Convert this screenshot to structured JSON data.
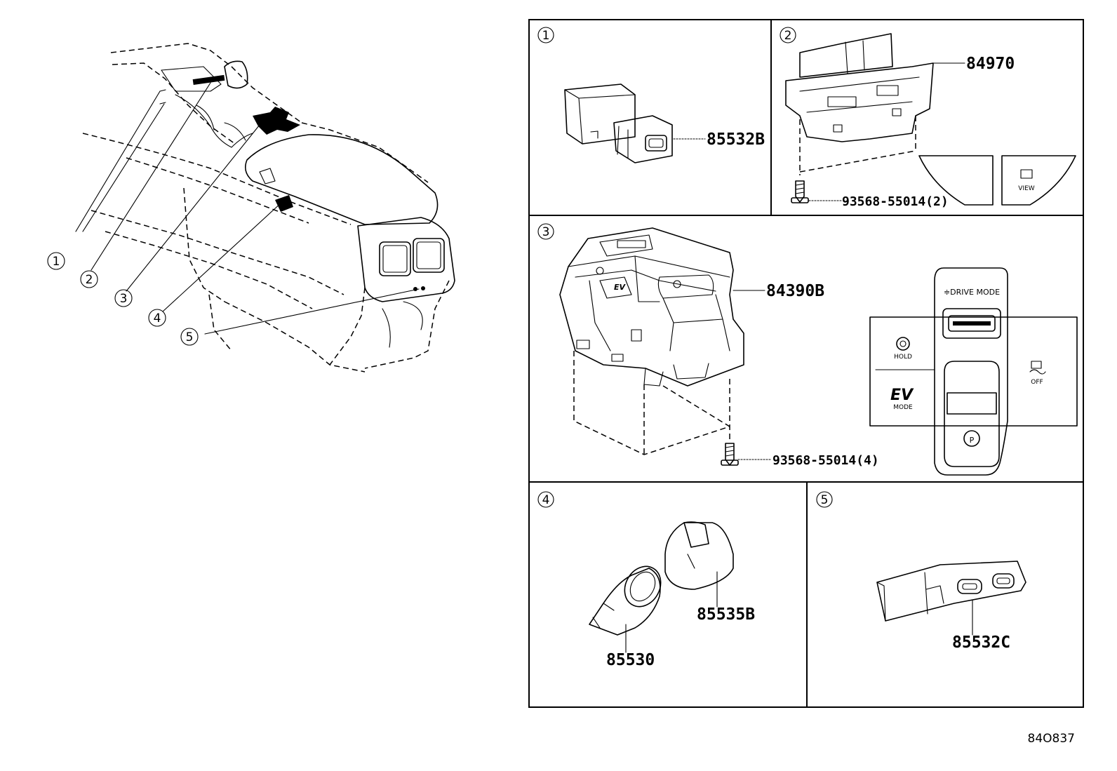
{
  "overview": {
    "callouts": [
      "1",
      "2",
      "3",
      "4",
      "5"
    ]
  },
  "panels": [
    {
      "num": "1",
      "parts": [
        "85532B"
      ]
    },
    {
      "num": "2",
      "parts": [
        "84970",
        "93568-55014(2)"
      ],
      "button_label": "VIEW"
    },
    {
      "num": "3",
      "parts": [
        "84390B",
        "93568-55014(4)"
      ],
      "switch_labels": {
        "drive_mode": "≑DRIVE MODE",
        "hold": "HOLD",
        "ev": "EV",
        "ev_mode": "MODE",
        "off": "OFF",
        "park": "P"
      }
    },
    {
      "num": "4",
      "parts": [
        "85535B",
        "85530"
      ]
    },
    {
      "num": "5",
      "parts": [
        "85532C"
      ]
    }
  ],
  "illustration_code": "84O837"
}
